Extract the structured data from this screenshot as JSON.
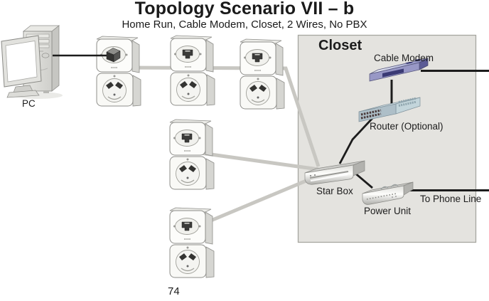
{
  "slide": {
    "title": "Topology Scenario VII – b",
    "subtitle": "Home Run, Cable Modem, Closet, 2 Wires, No PBX",
    "page_number": "74"
  },
  "labels": {
    "pc": "PC",
    "closet": "Closet",
    "cable_modem": "Cable Modem",
    "router": "Router (Optional)",
    "star_box": "Star Box",
    "power_unit": "Power Unit",
    "to_phone_line": "To Phone Line"
  },
  "diagram": {
    "type": "network-topology",
    "wall_outlet_count": 5,
    "devices_in_closet": [
      "Cable Modem",
      "Router (Optional)",
      "Star Box",
      "Power Unit"
    ],
    "connections": [
      {
        "from": "PC",
        "to": "wall outlet 1 (jack with plug)",
        "style": "black cable"
      },
      {
        "from": "wall outlet 1",
        "to": "wall outlet 2",
        "style": "gray in-wall wire"
      },
      {
        "from": "wall outlet 2",
        "to": "wall outlet 3",
        "style": "gray in-wall wire"
      },
      {
        "from": "wall outlet 3",
        "to": "Star Box",
        "style": "gray in-wall wire"
      },
      {
        "from": "wall outlet 4",
        "to": "Star Box",
        "style": "gray in-wall wire"
      },
      {
        "from": "wall outlet 5",
        "to": "Star Box",
        "style": "gray in-wall wire"
      },
      {
        "from": "Cable Modem",
        "to": "right edge of slide",
        "style": "black cable"
      },
      {
        "from": "Cable Modem",
        "to": "Router (Optional)",
        "style": "black cable"
      },
      {
        "from": "Router (Optional)",
        "to": "Star Box",
        "style": "black cable"
      },
      {
        "from": "Star Box",
        "to": "Power Unit",
        "style": "black cable"
      },
      {
        "from": "Power Unit",
        "to": "To Phone Line (right edge)",
        "style": "black cable"
      }
    ]
  },
  "colors": {
    "background": "#ffffff",
    "closet_fill": "#e4e3df",
    "closet_border": "#a6a6a0",
    "wire_gray": "#c8c7c2",
    "cable_black": "#1c1c1c",
    "modem_front": "#9898c6",
    "modem_panel": "#3a3a74",
    "router_front": "#aebfc8",
    "metal_silver": "#b2b2ae",
    "text": "#1a1a1a"
  }
}
